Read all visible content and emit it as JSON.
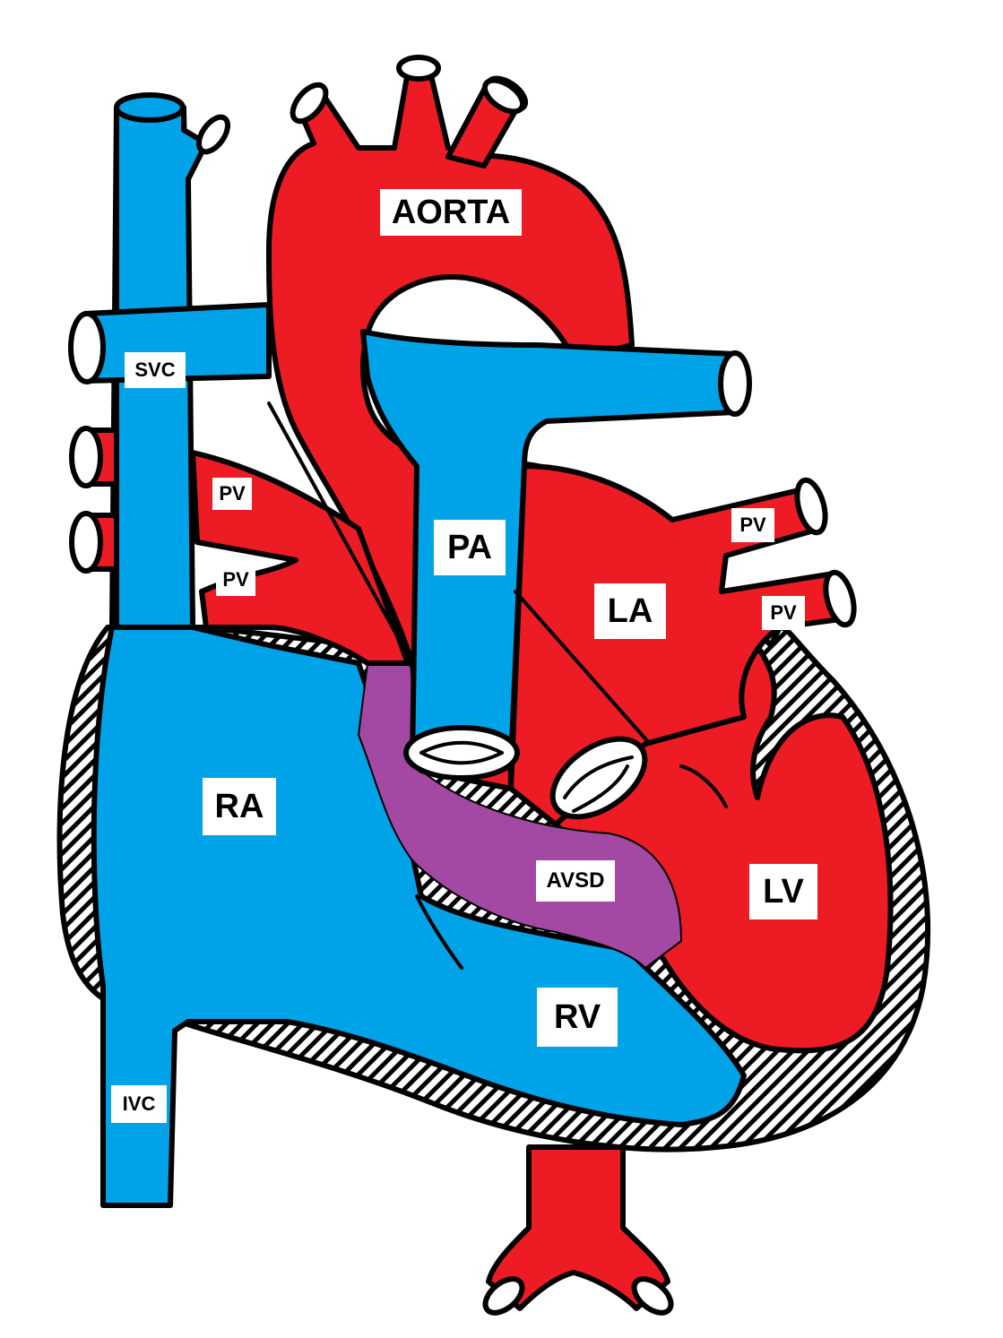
{
  "title": "Atrioventricular septal defect (AVSD) heart diagram",
  "colors": {
    "oxygenated": "#ED1C24",
    "deoxygenated": "#00A2E8",
    "mixed": "#A349A4",
    "outline": "#000000",
    "wall": "#ffffff"
  },
  "labels": {
    "aorta": "AORTA",
    "svc": "SVC",
    "pv_left_upper": "PV",
    "pv_left_lower": "PV",
    "pa": "PA",
    "la": "LA",
    "pv_right_upper": "PV",
    "pv_right_lower": "PV",
    "ra": "RA",
    "avsd": "AVSD",
    "lv": "LV",
    "rv": "RV",
    "ivc": "IVC"
  }
}
